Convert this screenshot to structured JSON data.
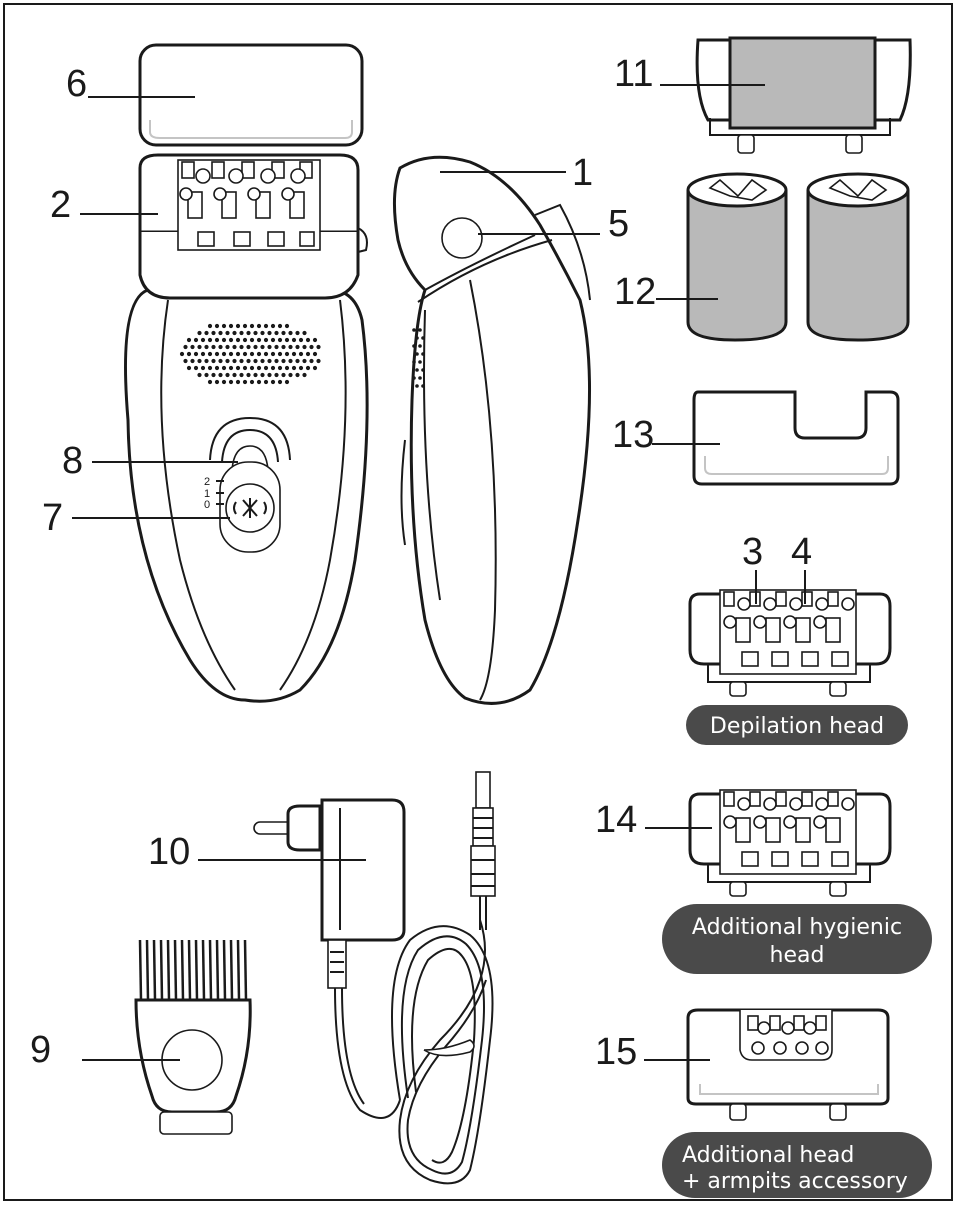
{
  "callouts": {
    "n1": "1",
    "n2": "2",
    "n3": "3",
    "n4": "4",
    "n5": "5",
    "n6": "6",
    "n7": "7",
    "n8": "8",
    "n9": "9",
    "n10": "10",
    "n11": "11",
    "n12": "12",
    "n13": "13",
    "n14": "14",
    "n15": "15"
  },
  "switch_scale": {
    "s2": "2",
    "s1": "1",
    "s0": "0"
  },
  "captions": {
    "depilation": "Depilation head",
    "hygienic_line1": "Additional hygienic",
    "hygienic_line2": "head",
    "armpits_line1": "Additional head",
    "armpits_line2": "+ armpits accessory"
  },
  "colors": {
    "outline": "#1a1a1a",
    "pill": "#4a4a4a",
    "cap_fill": "#b9b9b9"
  }
}
